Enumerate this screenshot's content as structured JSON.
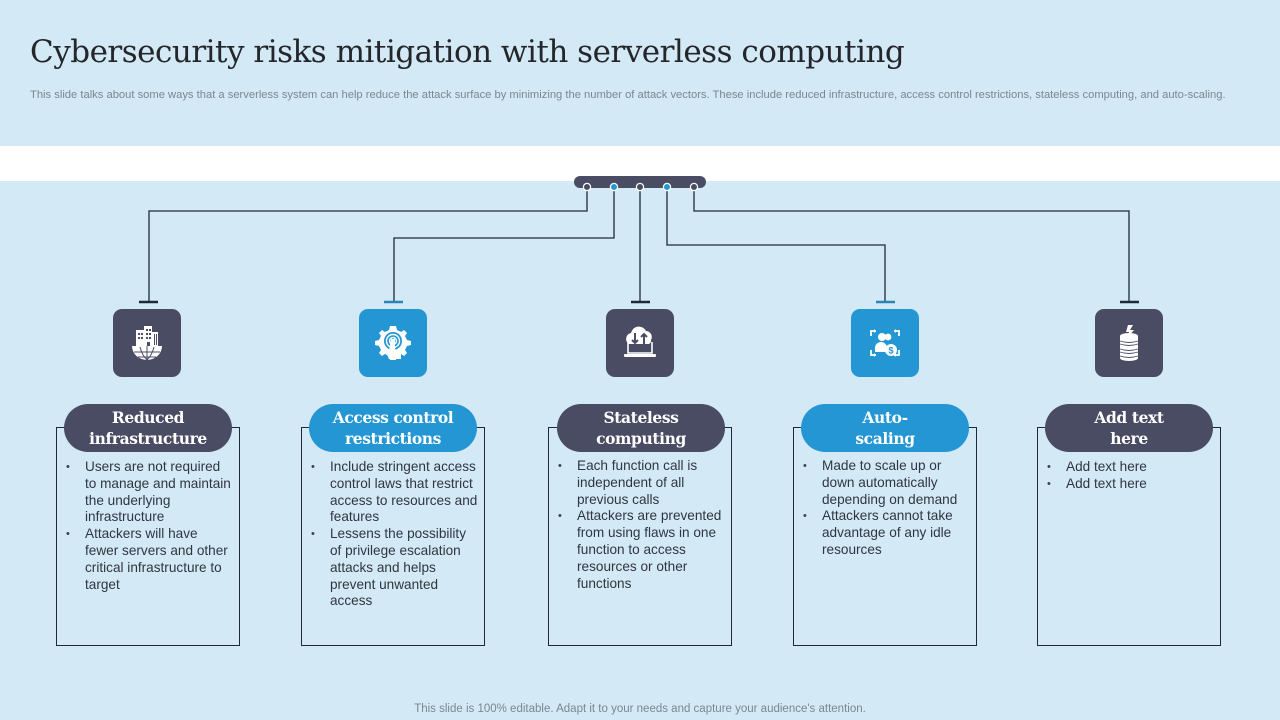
{
  "slide": {
    "title": "Cybersecurity risks mitigation with serverless computing",
    "subtitle": "This slide talks about some ways that a serverless system can help reduce the attack surface by minimizing the number of attack vectors. These include reduced infrastructure, access control restrictions, stateless computing, and auto-scaling.",
    "footer": "This slide is 100% editable. Adapt it to your needs and capture your audience's attention."
  },
  "colors": {
    "background": "#d3e9f5",
    "dark_accent": "#4a4c63",
    "blue_accent": "#2396d3",
    "line": "#1e2a3a"
  },
  "items": [
    {
      "title": "Reduced infrastructure",
      "icon": "buildings-globe-icon",
      "theme": "dark",
      "bullets": [
        "Users are not required to manage and maintain the underlying infrastructure",
        "Attackers will  have fewer servers and other critical infrastructure to target"
      ]
    },
    {
      "title": "Access control restrictions",
      "icon": "gear-touch-icon",
      "theme": "blue",
      "bullets": [
        "Include stringent access control laws that restrict access to resources and features",
        "Lessens the possibility of privilege escalation attacks and helps prevent unwanted access"
      ]
    },
    {
      "title": "Stateless computing",
      "icon": "cloud-laptop-transfer-icon",
      "theme": "dark",
      "bullets": [
        "Each function call is independent of all previous calls",
        "Attackers are prevented from using flaws  in one function to access resources or other functions"
      ]
    },
    {
      "title": "Auto-scaling",
      "icon": "user-scaling-dollar-icon",
      "theme": "blue",
      "bullets": [
        "Made to scale up or down automatically depending on demand",
        "Attackers cannot take advantage of any idle resources"
      ]
    },
    {
      "title": "Add text here",
      "icon": "database-lightning-icon",
      "theme": "dark",
      "bullets": [
        "Add text here",
        "Add text here"
      ]
    }
  ]
}
